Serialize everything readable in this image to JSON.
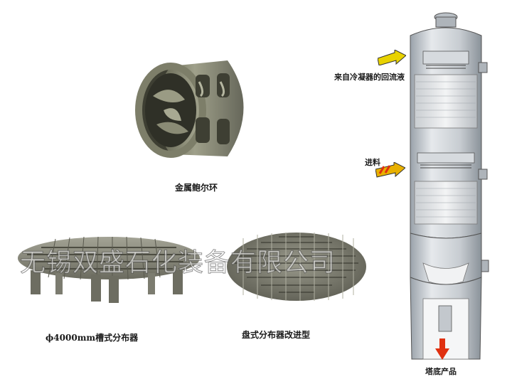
{
  "captions": {
    "pall_ring": "金属鲍尔环",
    "trough_distributor": "ϕ4000mm槽式分布器",
    "disc_distributor": "盘式分布器改进型"
  },
  "column_labels": {
    "reflux": "来自冷凝器的回流液",
    "feed": "进料",
    "bottom": "塔底产品"
  },
  "watermark": "无锡双盛石化装备有限公司",
  "colors": {
    "metal": "#8c8c76",
    "metal_dark": "#4d4d3f",
    "arrow_yellow": "#e8d200",
    "arrow_red": "#e03010",
    "shell": "#c9ced3"
  }
}
